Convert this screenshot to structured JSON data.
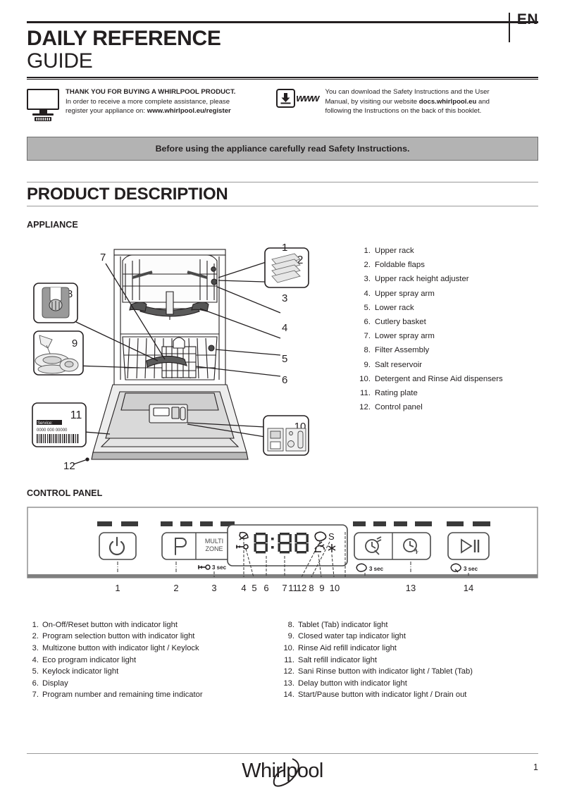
{
  "header": {
    "language_code": "EN",
    "title_line1": "DAILY REFERENCE",
    "title_line2": "GUIDE"
  },
  "thanks": {
    "icon": "monitor-icon",
    "heading": "THANK YOU FOR BUYING A WHIRLPOOL PRODUCT.",
    "line2": "In order to receive a more complete assistance, please",
    "line3_prefix": "register your appliance on:",
    "line3_url": "www.whirlpool.eu/register"
  },
  "download": {
    "icon": "download-www-icon",
    "www_label": "www",
    "line1": "You can download the Safety Instructions and the User",
    "line2_prefix": "Manual, by visiting our website",
    "line2_url": "docs.whirlpool.eu",
    "line2_suffix": "and",
    "line3": "following the Instructions on the back of this booklet."
  },
  "safety_banner": {
    "text": "Before using the appliance carefully read Safety Instructions.",
    "background": "#b3b3b3"
  },
  "product_description": {
    "section_title": "PRODUCT  DESCRIPTION",
    "appliance_heading": "APPLIANCE",
    "control_panel_heading": "CONTROL PANEL"
  },
  "appliance_parts": [
    {
      "num": "1.",
      "label": "Upper rack"
    },
    {
      "num": "2.",
      "label": "Foldable flaps"
    },
    {
      "num": "3.",
      "label": "Upper rack height adjuster"
    },
    {
      "num": "4.",
      "label": "Upper spray arm"
    },
    {
      "num": "5.",
      "label": "Lower rack"
    },
    {
      "num": "6.",
      "label": "Cutlery basket"
    },
    {
      "num": "7.",
      "label": "Lower spray arm"
    },
    {
      "num": "8.",
      "label": "Filter Assembly"
    },
    {
      "num": "9.",
      "label": "Salt reservoir"
    },
    {
      "num": "10.",
      "label": "Detergent and Rinse Aid dispensers"
    },
    {
      "num": "11.",
      "label": "Rating plate"
    },
    {
      "num": "12.",
      "label": "Control panel"
    }
  ],
  "diagram": {
    "callout_1": "1",
    "callout_2": "2",
    "callout_3": "3",
    "callout_4": "4",
    "callout_5": "5",
    "callout_6": "6",
    "callout_7": "7",
    "callout_8": "8",
    "callout_9": "9",
    "callout_10": "10",
    "callout_11": "11",
    "callout_12": "12",
    "rating_plate_service": "Service:",
    "rating_plate_code": "0000 000 00000"
  },
  "control_panel": {
    "power_button": {
      "icon": "power-icon",
      "label": ""
    },
    "program_button": {
      "icon": "program-p-icon",
      "label": "P"
    },
    "multizone_button": {
      "label_line1": "MULTI",
      "label_line2": "ZONE",
      "hint": "3 sec",
      "hint_icon": "key-icon"
    },
    "display": {
      "eco_icon": "leaf-icon",
      "keylock_icon": "key-icon",
      "digits": "8:88",
      "tablet_icon": "tablet-icon",
      "sani_label": "S",
      "tap_icon": "water-tap-icon",
      "rinse_aid_icon": "star-icon"
    },
    "sani_button": {
      "icon": "sani-rinse-clock-icon",
      "hint": "3 sec",
      "hint_icon": "tablet-icon"
    },
    "delay_button": {
      "icon": "delay-clock-icon",
      "sub_label": "h."
    },
    "start_pause_button": {
      "icon": "play-pause-icon",
      "hint": "3 sec",
      "hint_icon": "drain-out-icon"
    },
    "callouts": [
      "1",
      "2",
      "3",
      "4",
      "5",
      "6",
      "7",
      "11",
      "12",
      "8",
      "9",
      "10",
      "13",
      "14"
    ]
  },
  "control_panel_legend_left": [
    {
      "num": "1.",
      "label": "On-Off/Reset button with indicator light"
    },
    {
      "num": "2.",
      "label": "Program selection button with indicator light"
    },
    {
      "num": "3.",
      "label": "Multizone button with indicator light / Keylock"
    },
    {
      "num": "4.",
      "label": "Eco program indicator light"
    },
    {
      "num": "5.",
      "label": "Keylock indicator light"
    },
    {
      "num": "6.",
      "label": "Display"
    },
    {
      "num": "7.",
      "label": "Program number and remaining time indicator"
    }
  ],
  "control_panel_legend_right": [
    {
      "num": "8.",
      "label": "Tablet (Tab) indicator light"
    },
    {
      "num": "9.",
      "label": "Closed water tap indicator light"
    },
    {
      "num": "10.",
      "label": "Rinse Aid refill indicator light"
    },
    {
      "num": "11.",
      "label": "Salt refill indicator light"
    },
    {
      "num": "12.",
      "label": "Sani Rinse button with indicator light / Tablet (Tab)"
    },
    {
      "num": "13.",
      "label": "Delay button with indicator light"
    },
    {
      "num": "14.",
      "label": "Start/Pause button with indicator light / Drain out"
    }
  ],
  "footer": {
    "brand": "Whirlpool",
    "page_number": "1"
  }
}
